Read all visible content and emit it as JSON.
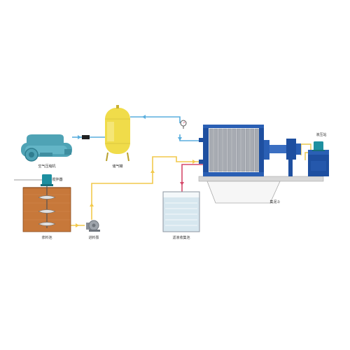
{
  "labels": {
    "air_compressor": "空气压缩机",
    "air_tank": "储气罐",
    "mixer": "搅拌器",
    "slurry_tank": "浆料池",
    "feed_pump": "进料泵",
    "filtrate_tank": "滤液收集池",
    "hydraulic_station": "液压站",
    "filter_cake_hopper": "集泥斗"
  },
  "colors": {
    "air_line": "#5aaede",
    "slurry_line": "#f2c94c",
    "filtrate_line": "#d64a6b",
    "hydraulic_line": "#e8c64a",
    "compressor": "#4fa3b5",
    "tank": "#f0dc4a",
    "slurry": "#c7783a",
    "press_frame": "#1e4fa0",
    "plates": "#a7abb2",
    "filtrate": "#d7e7ef"
  }
}
